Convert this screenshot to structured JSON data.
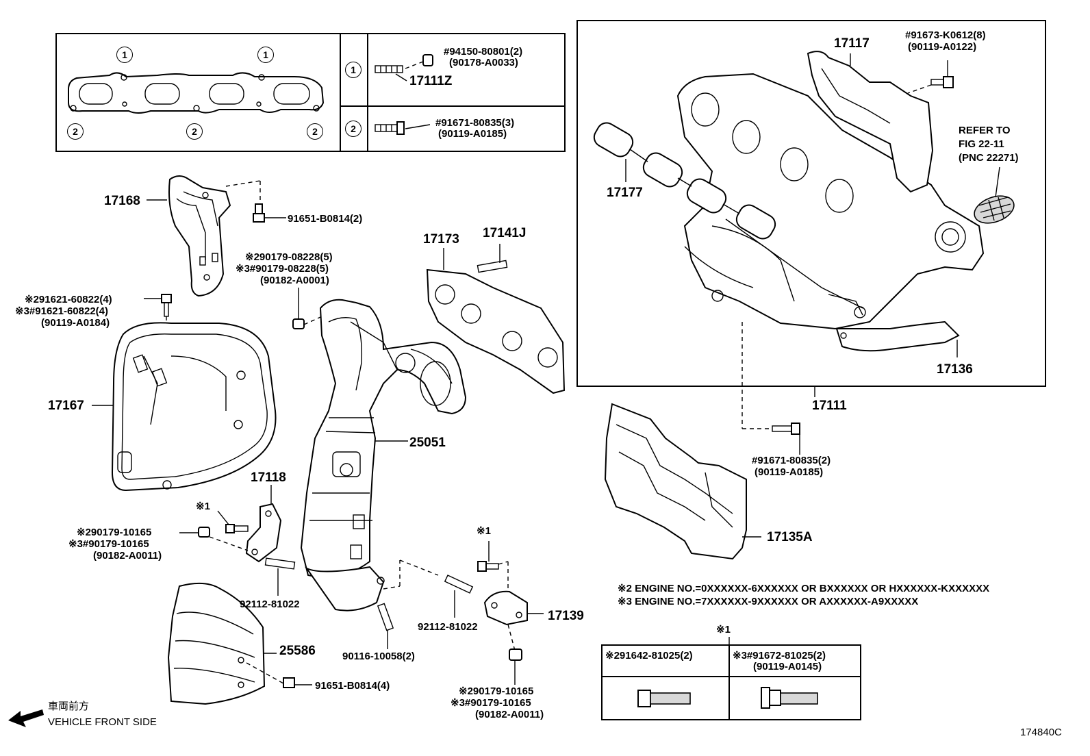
{
  "gasket_box": {
    "ref_1": "1",
    "ref_2": "2",
    "row1": {
      "code": "#94150-80801(2)",
      "alt": "(90178-A0033)",
      "part": "17111Z"
    },
    "row2": {
      "code": "#91671-80835(3)",
      "alt": "(90119-A0185)"
    }
  },
  "parts": {
    "p17168": "17168",
    "p91651a": "91651-B0814(2)",
    "p90179a_1": "※290179-08228(5)",
    "p90179a_2": "※3#90179-08228(5)",
    "p90179a_3": "(90182-A0001)",
    "p91621_1": "※291621-60822(4)",
    "p91621_2": "※3#91621-60822(4)",
    "p91621_3": "(90119-A0184)",
    "p17173": "17173",
    "p17141J": "17141J",
    "p17167": "17167",
    "p25051": "25051",
    "p17118": "17118",
    "note1a": "※1",
    "p90179b_1": "※290179-10165",
    "p90179b_2": "※3#90179-10165",
    "p90179b_3": "(90182-A0011)",
    "p92112a": "92112-81022",
    "note1b": "※1",
    "p92112b": "92112-81022",
    "p17139": "17139",
    "p25586": "25586",
    "p90116": "90116-10058(2)",
    "p91651b": "91651-B0814(4)",
    "p90179c_1": "※290179-10165",
    "p90179c_2": "※3#90179-10165",
    "p90179c_3": "(90182-A0011)",
    "p17117": "17117",
    "p91673_1": "#91673-K0612(8)",
    "p91673_2": "(90119-A0122)",
    "refer_1": "REFER TO",
    "refer_2": "FIG 22-11",
    "refer_3": "(PNC 22271)",
    "p17177": "17177",
    "p17136": "17136",
    "p17111": "17111",
    "p91671_1": "#91671-80835(2)",
    "p91671_2": "(90119-A0185)",
    "p17135A": "17135A"
  },
  "engine_notes": {
    "n2": "※2 ENGINE NO.=0XXXXXX-6XXXXXX OR BXXXXXX OR HXXXXXX-KXXXXXX",
    "n3": "※3 ENGINE NO.=7XXXXXX-9XXXXXX OR AXXXXXX-A9XXXXX"
  },
  "bolt_table": {
    "note": "※1",
    "col1": "※291642-81025(2)",
    "col2a": "※3#91672-81025(2)",
    "col2b": "(90119-A0145)"
  },
  "direction": {
    "jp": "車両前方",
    "en": "VEHICLE FRONT SIDE"
  },
  "figure_code": "174840C"
}
